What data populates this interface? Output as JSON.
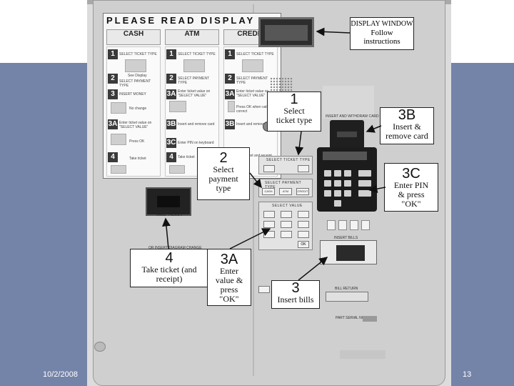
{
  "slide": {
    "date": "10/2/2008",
    "page_number": "13"
  },
  "placard": {
    "title": "PLEASE READ DISPLAY",
    "payment_types": [
      "CASH",
      "ATM",
      "CREDIT"
    ],
    "steps": [
      {
        "number": "1",
        "text": "SELECT TICKET TYPE"
      },
      {
        "number": "2",
        "text": "SELECT PAYMENT TYPE"
      },
      {
        "number": "3",
        "text": "INSERT MONEY"
      },
      {
        "number": "3A",
        "text": "Enter ticket value on \"SELECT VALUE\""
      },
      {
        "number": "3B",
        "text": "Insert and remove card"
      },
      {
        "number": "3C",
        "text": "Enter PIN on keyboard"
      },
      {
        "number": "4",
        "text": "Take ticket"
      }
    ],
    "cash_notes": [
      "See Display",
      "No change",
      "Press OK"
    ],
    "credit_notes": [
      "Press OK when value is correct",
      "Take ticket and receipt"
    ]
  },
  "device_labels": {
    "select_ticket_type": "SELECT TICKET TYPE",
    "select_payment_type": "SELECT PAYMENT TYPE",
    "select_value": "SELECT VALUE",
    "payment_buttons": [
      "CASH",
      "ATM",
      "CREDIT"
    ],
    "insert_card": "INSERT AND WITHDRAW CARD",
    "take_ticket": "TAKE TICKET",
    "receipt": "OR INSERT DIAGRAM CHANGE",
    "insert_bills": "INSERT BILLS",
    "bill_return": "BILL RETURN",
    "serial": "PART SERIAL NO.",
    "ok_key": "OK"
  },
  "callouts": {
    "display": {
      "title": "DISPLAY WINDOW",
      "text": "Follow instructions"
    },
    "step1": {
      "number": "1",
      "text": "Select ticket type"
    },
    "step2": {
      "number": "2",
      "text": "Select payment type"
    },
    "step3": {
      "number": "3",
      "text": "Insert bills"
    },
    "step3a": {
      "number": "3A",
      "text": "Enter value & press \"OK\""
    },
    "step3b": {
      "number": "3B",
      "text": "Insert & remove card"
    },
    "step3c": {
      "number": "3C",
      "text": "Enter PIN & press \"OK\""
    },
    "step4": {
      "number": "4",
      "text": "Take ticket (and receipt)"
    }
  }
}
